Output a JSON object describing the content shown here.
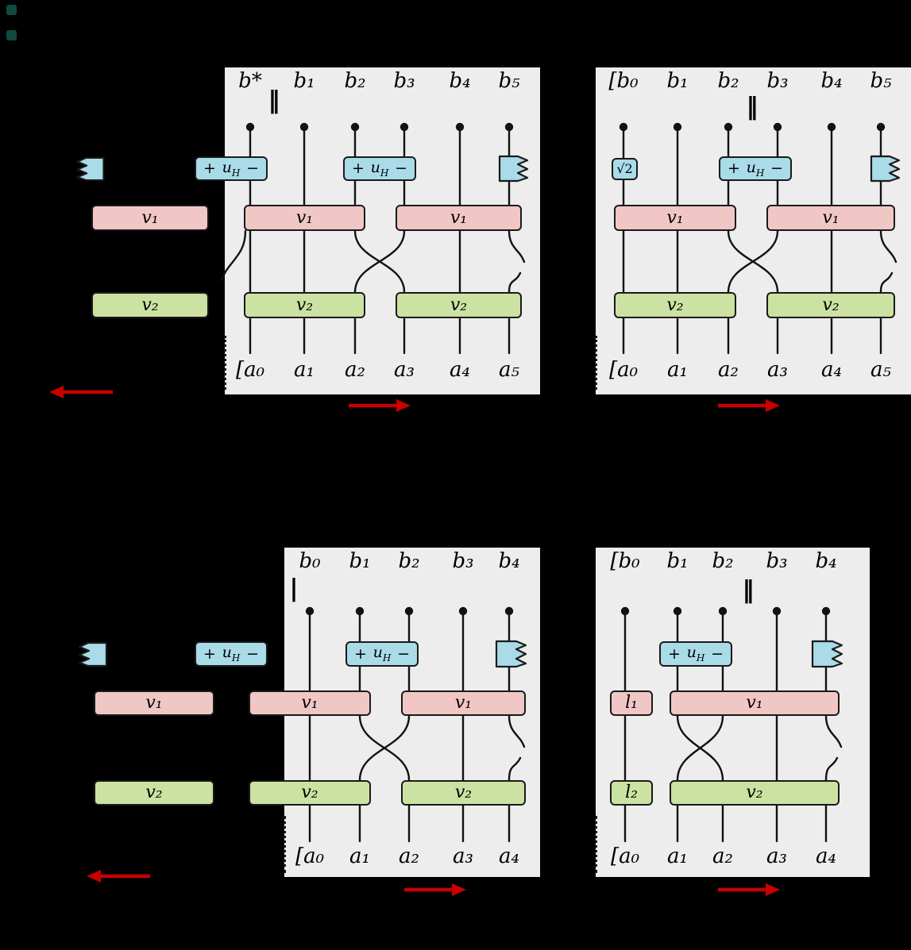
{
  "colors": {
    "background": "#000000",
    "panel": "#ededed",
    "pink": "#f1c7c5",
    "green": "#cbe2a2",
    "blue": "#a9dbe9",
    "red": "#c80000",
    "stroke": "#111111"
  },
  "labels": {
    "v1": "v₁",
    "v2": "v₂",
    "l1": "l₁",
    "l2": "l₂",
    "sqrt2": "√2",
    "lift": {
      "plus": "+",
      "var": "u",
      "sub": "H",
      "minus": "−"
    }
  },
  "row1": {
    "panelA": {
      "eq": "‖",
      "top": [
        "b*",
        "b₁",
        "b₂",
        "b₃",
        "b₄",
        "b₅"
      ],
      "bottom": [
        "[a₀",
        "a₁",
        "a₂",
        "a₃",
        "a₄",
        "a₅"
      ]
    },
    "panelB": {
      "eq": "‖",
      "top": [
        "[b₀",
        "b₁",
        "b₂",
        "b₃",
        "b₄",
        "b₅"
      ],
      "bottom": [
        "[a₀",
        "a₁",
        "a₂",
        "a₃",
        "a₄",
        "a₅"
      ]
    }
  },
  "row2": {
    "panelC": {
      "eq": "|",
      "top": [
        "b₀",
        "b₁",
        "b₂",
        "b₃",
        "b₄"
      ],
      "bottom": [
        "[a₀",
        "a₁",
        "a₂",
        "a₃",
        "a₄"
      ]
    },
    "panelD": {
      "eq": "‖",
      "top": [
        "[b₀",
        "b₁",
        "b₂",
        "b₃",
        "b₄"
      ],
      "bottom": [
        "[a₀",
        "a₁",
        "a₂",
        "a₃",
        "a₄"
      ]
    }
  }
}
